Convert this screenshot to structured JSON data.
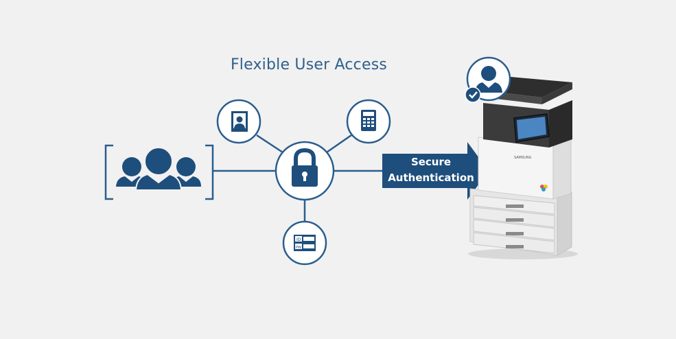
{
  "title": "Flexible User Access",
  "arrow": {
    "line1": "Secure",
    "line2": "Authentication"
  },
  "colors": {
    "navy": "#1e4e7c",
    "ring": "#2a5d8e",
    "background": "#f1f1f1"
  },
  "icons": [
    "user-group-icon",
    "id-photo-icon",
    "calculator-icon",
    "padlock-icon",
    "id-password-card-icon",
    "verified-user-icon",
    "multifunction-printer-icon"
  ],
  "printer": {
    "brand": "SAMSUNG"
  }
}
